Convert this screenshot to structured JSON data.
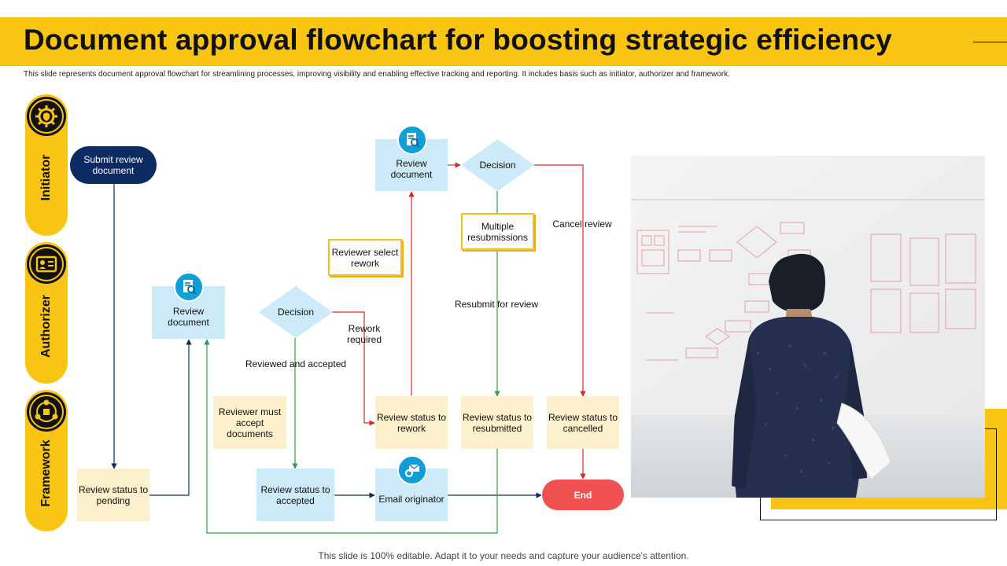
{
  "header": {
    "title": "Document approval flowchart for boosting strategic efficiency",
    "subtitle": "This slide represents document approval flowchart for streamlining processes, improving visibility and enabling effective tracking and reporting. It includes basis such as initiator, authorizer and framework."
  },
  "lanes": [
    {
      "label": "Initiator",
      "icon": "gear-shield-icon"
    },
    {
      "label": "Authorizer",
      "icon": "id-card-icon"
    },
    {
      "label": "Framework",
      "icon": "network-icon"
    }
  ],
  "nodes": {
    "submit_review": "Submit review document",
    "review_doc_auth": "Review document",
    "review_doc_top": "Review document",
    "decision_1": "Decision",
    "decision_2": "Decision",
    "reviewer_select_rework": "Reviewer select rework",
    "multiple_resubmissions": "Multiple resubmissions",
    "reviewer_must_accept": "Reviewer must accept documents",
    "status_pending": "Review status to pending",
    "status_accepted": "Review status to accepted",
    "email_originator": "Email originator",
    "status_rework": "Review status to rework",
    "status_resubmitted": "Review status to resubmitted",
    "status_cancelled": "Review status to cancelled",
    "end": "End"
  },
  "edge_labels": {
    "rework_required": "Rework required",
    "reviewed_accepted": "Reviewed and accepted",
    "resubmit_for_review": "Resubmit for review",
    "cancel_review": "Cancel review"
  },
  "colors": {
    "accent_yellow": "#f9c512",
    "dark_navy": "#0d2b63",
    "node_blue": "#cdeaf8",
    "node_cream": "#fdf0cc",
    "end_red": "#f05252",
    "arrow_red": "#d62828",
    "arrow_green": "#2e9e4f",
    "arrow_navy": "#0d2b63"
  },
  "photo": {
    "icon": "man-at-whiteboard-photo"
  },
  "footer": "This slide is 100% editable. Adapt it to your needs and capture your audience's attention."
}
